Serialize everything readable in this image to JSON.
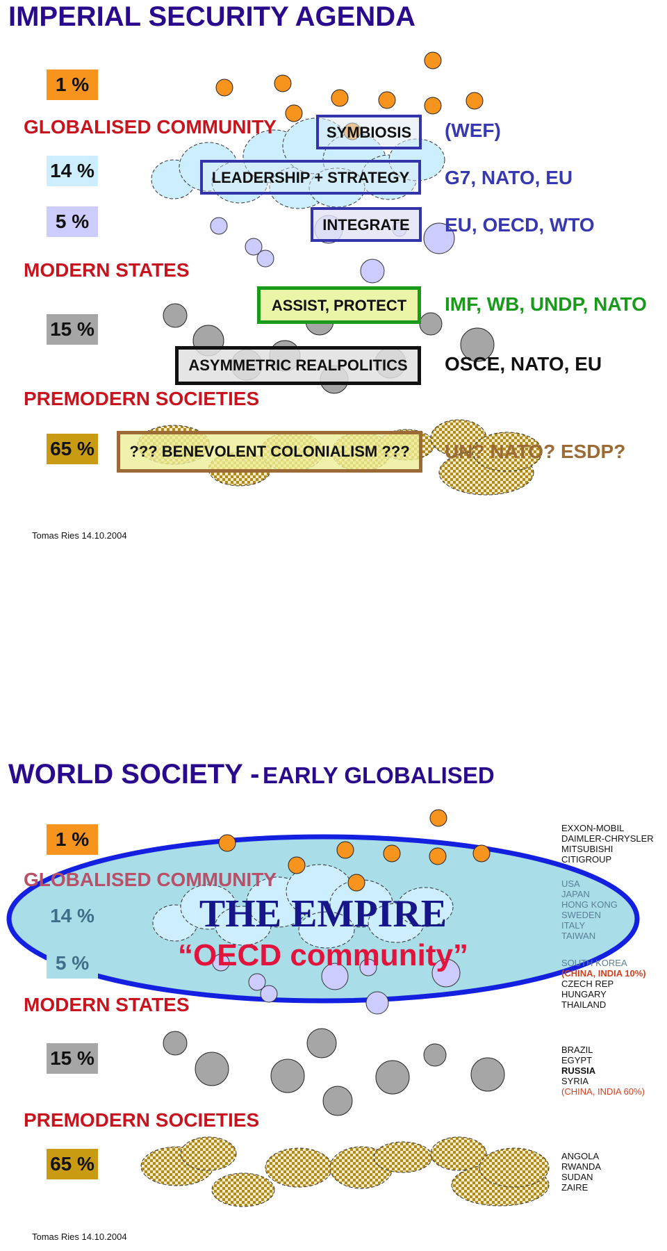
{
  "slide1": {
    "title": "IMPERIAL SECURITY AGENDA",
    "percentages": [
      "1 %",
      "14 %",
      "5 %",
      "15 %",
      "65 %"
    ],
    "categories": [
      "GLOBALISED COMMUNITY",
      "MODERN STATES",
      "PREMODERN SOCIETIES"
    ],
    "boxes": {
      "symbiosis": "SYMBIOSIS",
      "leadership": "LEADERSHIP + STRATEGY",
      "integrate": "INTEGRATE",
      "assist": "ASSIST, PROTECT",
      "asymmetric": "ASYMMETRIC REALPOLITICS",
      "colonialism": "??? BENEVOLENT COLONIALISM ???"
    },
    "orgs": {
      "wef": "(WEF)",
      "g7": "G7, NATO, EU",
      "eu": "EU, OECD, WTO",
      "imf": "IMF, WB, UNDP, NATO",
      "osce": "OSCE, NATO, EU",
      "un": "UN? NATO? ESDP?"
    },
    "footer": "Tomas Ries  14.10.2004"
  },
  "slide2": {
    "title_main": "WORLD SOCIETY -",
    "title_sub": "EARLY GLOBALISED",
    "percentages": [
      "1 %",
      "14 %",
      "5 %",
      "15 %",
      "65 %"
    ],
    "categories": [
      "GLOBALISED COMMUNITY",
      "MODERN STATES",
      "PREMODERN SOCIETIES"
    ],
    "empire": "THE EMPIRE",
    "oecd": "“OECD community”",
    "lists": {
      "corporations": [
        "EXXON-MOBIL",
        "DAIMLER-CHRYSLER",
        "MITSUBISHI",
        "CITIGROUP"
      ],
      "oecd_core": [
        "USA",
        "JAPAN",
        "HONG KONG",
        "SWEDEN",
        "ITALY",
        "TAIWAN"
      ],
      "integrating": [
        "SOUTH KOREA",
        "(CHINA, INDIA 10%)",
        "CZECH REP",
        "HUNGARY",
        "THAILAND"
      ],
      "modern": [
        "BRAZIL",
        "EGYPT",
        "RUSSIA",
        "SYRIA",
        "(CHINA, INDIA 60%)"
      ],
      "premodern": [
        "ANGOLA",
        "RWANDA",
        "SUDAN",
        "ZAIRE"
      ]
    },
    "footer": "Tomas Ries  14.10.2004"
  },
  "colors": {
    "title": "#2a0a8c",
    "category": "#c8141e",
    "orange": "#f7941d",
    "light_blue": "#cceeff",
    "lavender": "#ccccff",
    "gray": "#a6a6a6",
    "gold": "#c89b12",
    "empire_ellipse": "#a9dde7",
    "empire_border": "#1420e0"
  }
}
